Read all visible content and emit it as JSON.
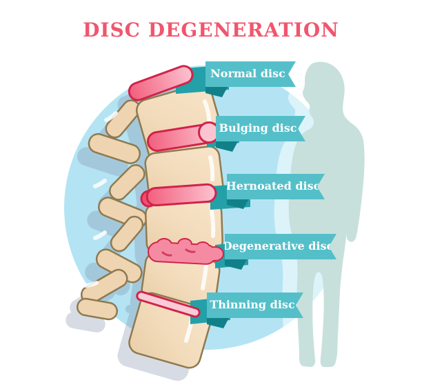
{
  "title": "DISC DEGENERATION",
  "diagram": {
    "subject": "spine-disc-degeneration-illustration",
    "labels": [
      {
        "text": "Normal disc"
      },
      {
        "text": "Bulging disc"
      },
      {
        "text": "Hernoated disc"
      },
      {
        "text": "Degenerative disc"
      },
      {
        "text": "Thinning disc"
      }
    ]
  },
  "colors": {
    "title_pink": "#f0566e",
    "banner_teal": "#54bfc9",
    "connector_teal": "#23a0a8",
    "fold_dark_teal": "#128089",
    "circle_blue": "#b4e4f4",
    "silhouette_teal": "#c7e0dc",
    "bone_beige": "#f3dcbc",
    "bone_outline": "#8e7a50",
    "disc_pink": "#f4708c",
    "disc_light_pink": "#fbc4d1",
    "disc_outline_red": "#d0234a",
    "label_text": "#ffffff"
  }
}
